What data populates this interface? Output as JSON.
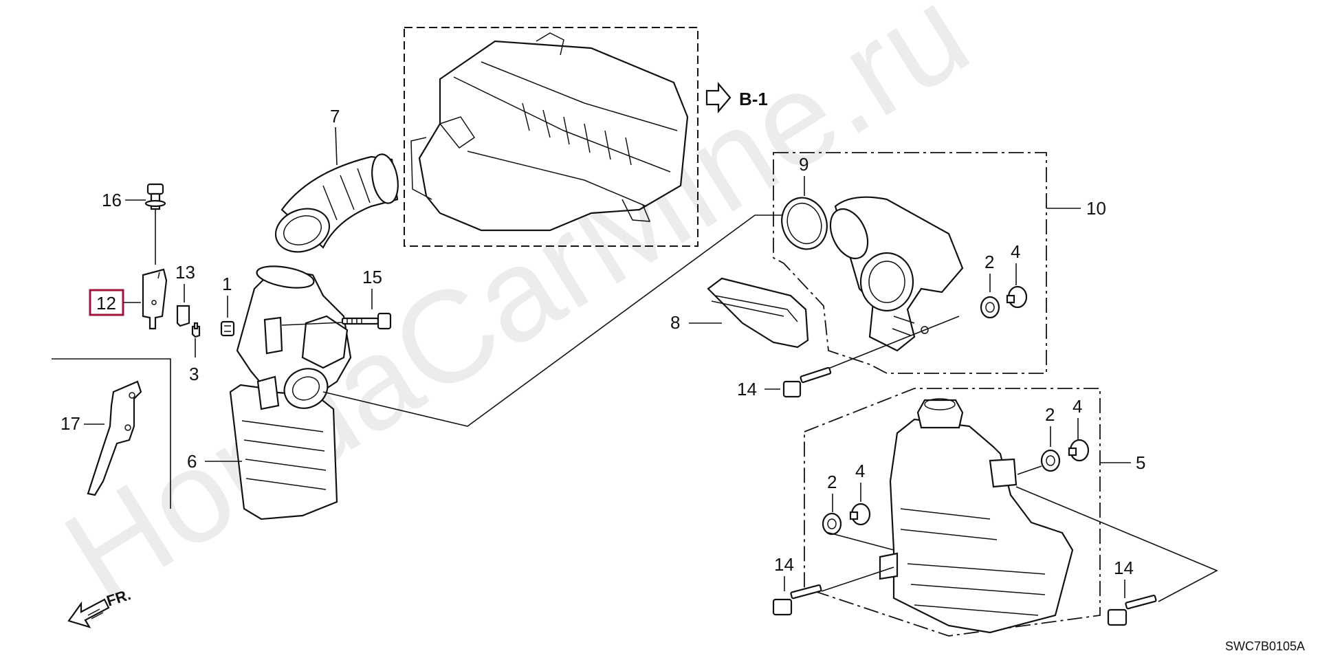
{
  "callouts": {
    "c1": "1",
    "c2a": "2",
    "c2b": "2",
    "c2c": "2",
    "c3": "3",
    "c4a": "4",
    "c4b": "4",
    "c4c": "4",
    "c5": "5",
    "c6": "6",
    "c7": "7",
    "c8": "8",
    "c9": "9",
    "c10": "10",
    "c12": "12",
    "c13": "13",
    "c14a": "14",
    "c14b": "14",
    "c14c": "14",
    "c15": "15",
    "c16": "16",
    "c17": "17"
  },
  "reference": "B-1",
  "front_label": "FR.",
  "diagram_code": "SWC7B0105A",
  "watermark": "HondaCarMine.ru",
  "colors": {
    "highlight": "#a0153e",
    "line": "#111111"
  }
}
